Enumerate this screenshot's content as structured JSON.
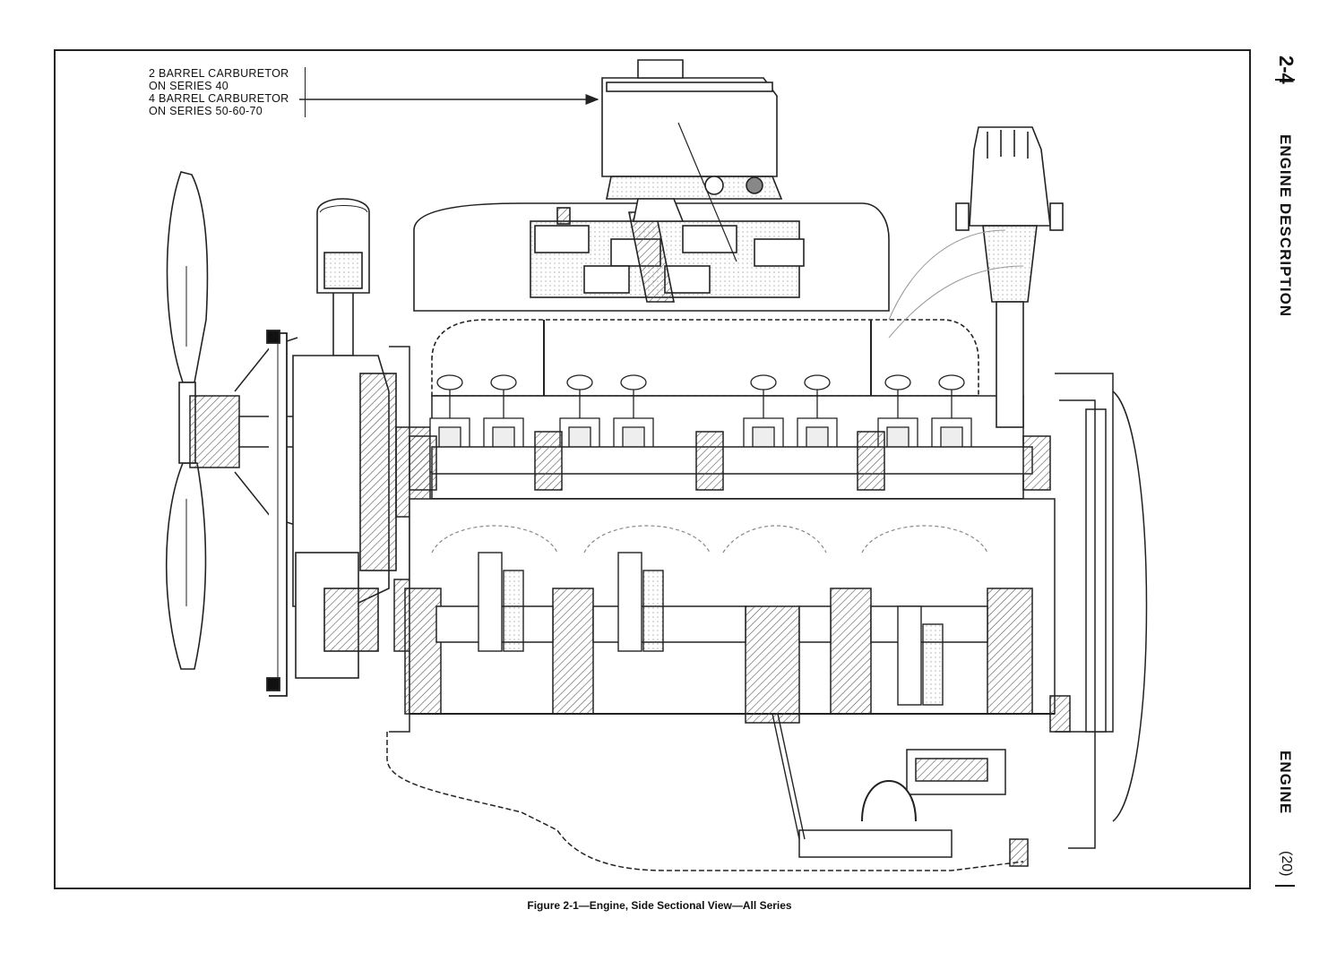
{
  "page": {
    "page_number": "2-4",
    "section_title": "ENGINE DESCRIPTION",
    "chapter_title": "ENGINE",
    "folio": "(20)"
  },
  "figure": {
    "caption": "Figure 2-1—Engine, Side Sectional View—All Series",
    "callout": {
      "line1": "2 BARREL CARBURETOR",
      "line2": "ON SERIES 40",
      "line3": "4 BARREL CARBURETOR",
      "line4": "ON SERIES 50-60-70"
    }
  },
  "colors": {
    "ink": "#222222",
    "paper": "#ffffff",
    "hatch": "#555555"
  }
}
